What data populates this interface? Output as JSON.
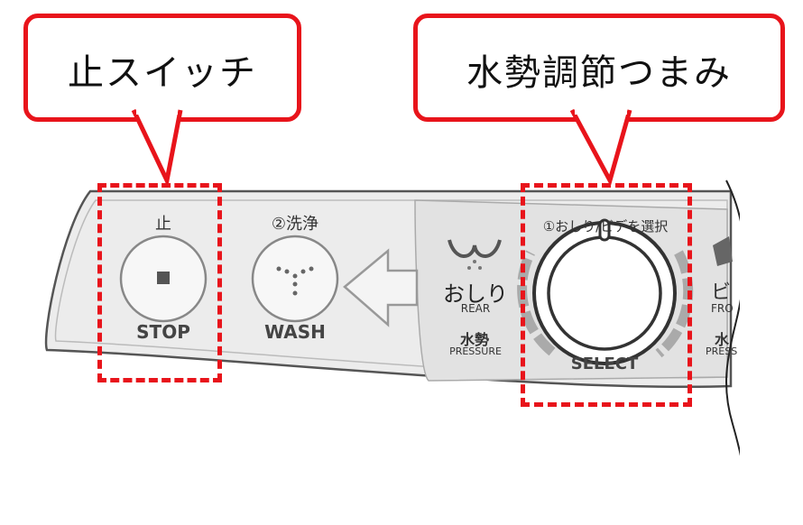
{
  "callouts": {
    "stop": "止スイッチ",
    "knob": "水勢調節つまみ"
  },
  "panel": {
    "stop": {
      "label_jp": "止",
      "label_en": "STOP"
    },
    "wash": {
      "label_jp": "②洗浄",
      "label_en": "WASH"
    },
    "rear": {
      "label_jp": "おしり",
      "label_en": "REAR"
    },
    "pressure": {
      "label_jp": "水勢",
      "label_en": "PRESSURE"
    },
    "select_title": "①おしり/ビデを選択",
    "select": "SELECT",
    "front_partial": {
      "label_jp": "ビ",
      "label_en": "FRO",
      "pressure_jp": "水",
      "pressure_en": "PRESS"
    }
  },
  "colors": {
    "accent": "#e8141b",
    "panel": "#ececec",
    "inner_panel": "#e2e2e2"
  }
}
